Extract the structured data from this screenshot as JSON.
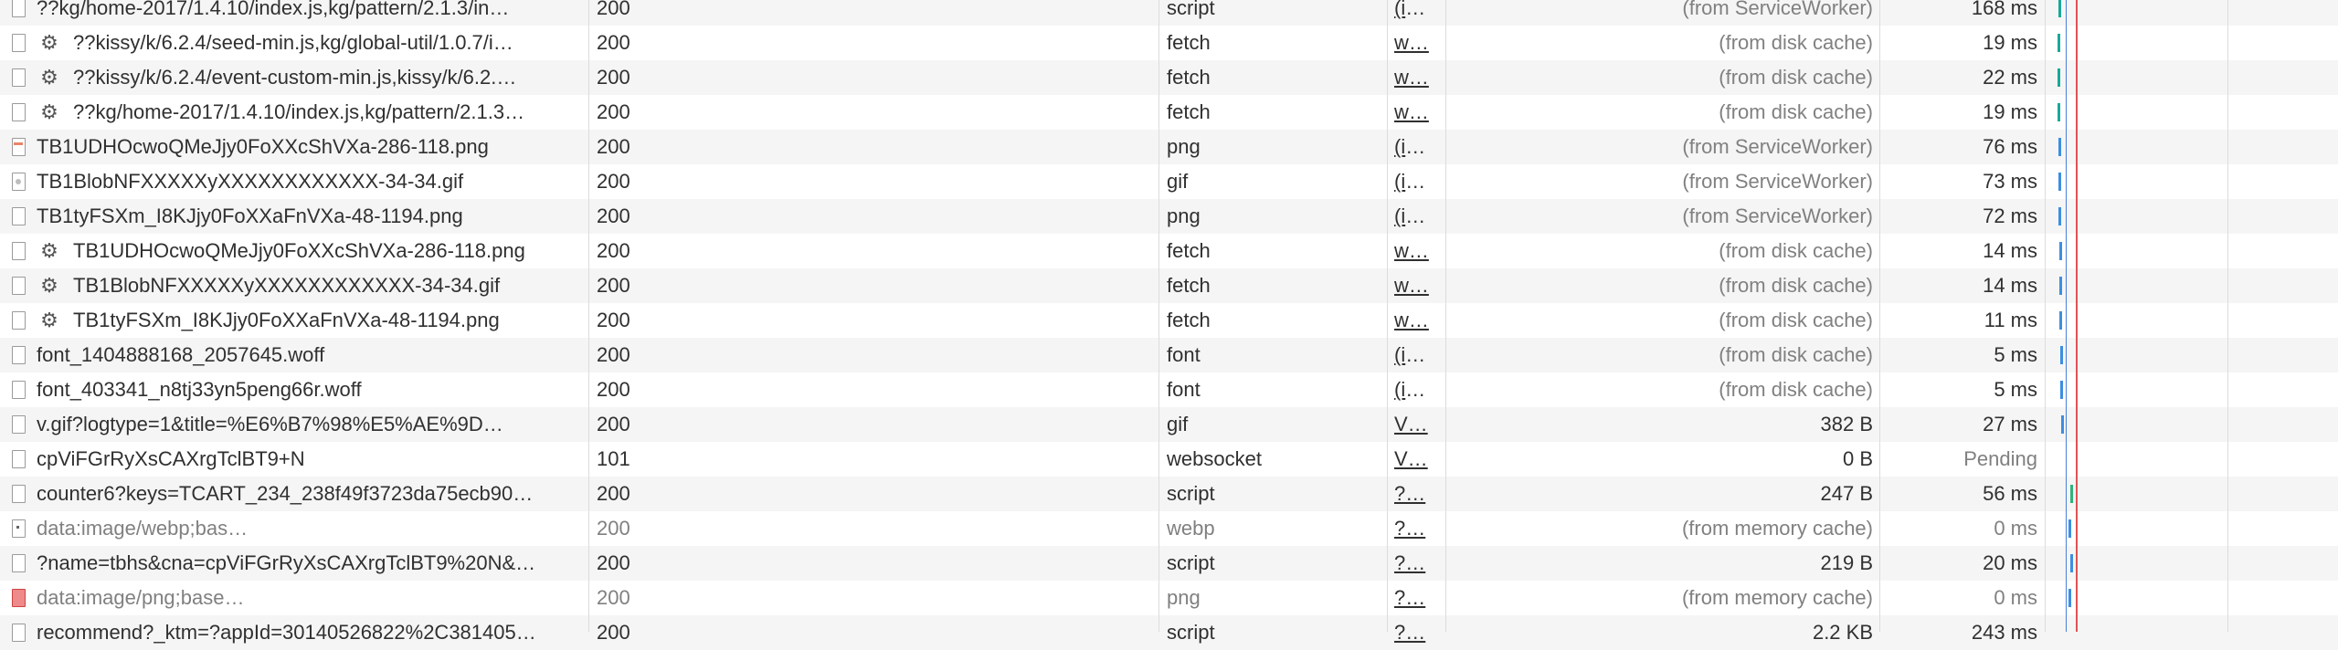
{
  "rows": [
    {
      "name": "??kg/home-2017/1.4.10/index.js,kg/pattern/2.1.3/in…",
      "status": "200",
      "type": "script",
      "initiator": "(in…",
      "size": "(from ServiceWorker)",
      "time": "168 ms",
      "icon": "file-icon",
      "sw": false,
      "bar": "teal",
      "wf": 2253
    },
    {
      "name": "??kissy/k/6.2.4/seed-min.js,kg/global-util/1.0.7/i…",
      "status": "200",
      "type": "fetch",
      "initiator": "w…",
      "size": "(from disk cache)",
      "time": "19 ms",
      "icon": "gear-icon",
      "sw": true,
      "bar": "teal",
      "wf": 2252
    },
    {
      "name": "??kissy/k/6.2.4/event-custom-min.js,kissy/k/6.2.…",
      "status": "200",
      "type": "fetch",
      "initiator": "w…",
      "size": "(from disk cache)",
      "time": "22 ms",
      "icon": "gear-icon",
      "sw": true,
      "bar": "teal",
      "wf": 2252
    },
    {
      "name": "??kg/home-2017/1.4.10/index.js,kg/pattern/2.1.3…",
      "status": "200",
      "type": "fetch",
      "initiator": "w…",
      "size": "(from disk cache)",
      "time": "19 ms",
      "icon": "gear-icon",
      "sw": true,
      "bar": "teal",
      "wf": 2252
    },
    {
      "name": "TB1UDHOcwoQMeJjy0FoXXcShVXa-286-118.png",
      "status": "200",
      "type": "png",
      "initiator": "(in…",
      "size": "(from ServiceWorker)",
      "time": "76 ms",
      "icon": "image-icon",
      "sw": false,
      "bar": "blue",
      "wf": 2253
    },
    {
      "name": "TB1BlobNFXXXXXyXXXXXXXXXXXX-34-34.gif",
      "status": "200",
      "type": "gif",
      "initiator": "(in…",
      "size": "(from ServiceWorker)",
      "time": "73 ms",
      "icon": "gif-icon",
      "sw": false,
      "bar": "blue",
      "wf": 2253
    },
    {
      "name": "TB1tyFSXm_I8KJjy0FoXXaFnVXa-48-1194.png",
      "status": "200",
      "type": "png",
      "initiator": "(in…",
      "size": "(from ServiceWorker)",
      "time": "72 ms",
      "icon": "file-icon",
      "sw": false,
      "bar": "blue",
      "wf": 2253
    },
    {
      "name": "TB1UDHOcwoQMeJjy0FoXXcShVXa-286-118.png",
      "status": "200",
      "type": "fetch",
      "initiator": "w…",
      "size": "(from disk cache)",
      "time": "14 ms",
      "icon": "gear-icon",
      "sw": true,
      "bar": "blue",
      "wf": 2254
    },
    {
      "name": "TB1BlobNFXXXXXyXXXXXXXXXXXX-34-34.gif",
      "status": "200",
      "type": "fetch",
      "initiator": "w…",
      "size": "(from disk cache)",
      "time": "14 ms",
      "icon": "gear-icon",
      "sw": true,
      "bar": "blue",
      "wf": 2254
    },
    {
      "name": "TB1tyFSXm_I8KJjy0FoXXaFnVXa-48-1194.png",
      "status": "200",
      "type": "fetch",
      "initiator": "w…",
      "size": "(from disk cache)",
      "time": "11 ms",
      "icon": "gear-icon",
      "sw": true,
      "bar": "blue",
      "wf": 2254
    },
    {
      "name": "font_1404888168_2057645.woff",
      "status": "200",
      "type": "font",
      "initiator": "(in…",
      "size": "(from disk cache)",
      "time": "5 ms",
      "icon": "file-icon",
      "sw": false,
      "bar": "blue",
      "wf": 2255
    },
    {
      "name": "font_403341_n8tj33yn5peng66r.woff",
      "status": "200",
      "type": "font",
      "initiator": "(in…",
      "size": "(from disk cache)",
      "time": "5 ms",
      "icon": "file-icon",
      "sw": false,
      "bar": "blue",
      "wf": 2255
    },
    {
      "name": "v.gif?logtype=1&title=%E6%B7%98%E5%AE%9D…",
      "status": "200",
      "type": "gif",
      "initiator": "V…",
      "size": "382 B",
      "time": "27 ms",
      "icon": "file-icon",
      "sw": false,
      "bar": "blue",
      "wf": 2256
    },
    {
      "name": "cpViFGrRyXsCAXrgTclBT9+N",
      "status": "101",
      "type": "websocket",
      "initiator": "V…",
      "size": "0 B",
      "time": "Pending",
      "icon": "file-icon",
      "sw": false,
      "bar": "",
      "wf": 0,
      "timeMuted": true
    },
    {
      "name": "counter6?keys=TCART_234_238f49f3723da75ecb90…",
      "status": "200",
      "type": "script",
      "initiator": "?…",
      "size": "247 B",
      "time": "56 ms",
      "icon": "file-icon",
      "sw": false,
      "bar": "green",
      "wf": 2266
    },
    {
      "name": "data:image/webp;bas…",
      "status": "200",
      "type": "webp",
      "initiator": "?…",
      "size": "(from memory cache)",
      "time": "0 ms",
      "icon": "dot-icon",
      "sw": false,
      "bar": "blue",
      "wf": 2264,
      "dim": true
    },
    {
      "name": "?name=tbhs&cna=cpViFGrRyXsCAXrgTclBT9%20N&…",
      "status": "200",
      "type": "script",
      "initiator": "?…",
      "size": "219 B",
      "time": "20 ms",
      "icon": "file-icon",
      "sw": false,
      "bar": "blue",
      "wf": 2266
    },
    {
      "name": "data:image/png;base…",
      "status": "200",
      "type": "png",
      "initiator": "?…",
      "size": "(from memory cache)",
      "time": "0 ms",
      "icon": "red-image-icon",
      "sw": false,
      "bar": "blue",
      "wf": 2264,
      "dim": true
    },
    {
      "name": "recommend?_ktm=?appId=30140526822%2C381405…",
      "status": "200",
      "type": "script",
      "initiator": "?…",
      "size": "2.2 KB",
      "time": "243 ms",
      "icon": "file-icon",
      "sw": false,
      "bar": "",
      "wf": 0
    }
  ]
}
